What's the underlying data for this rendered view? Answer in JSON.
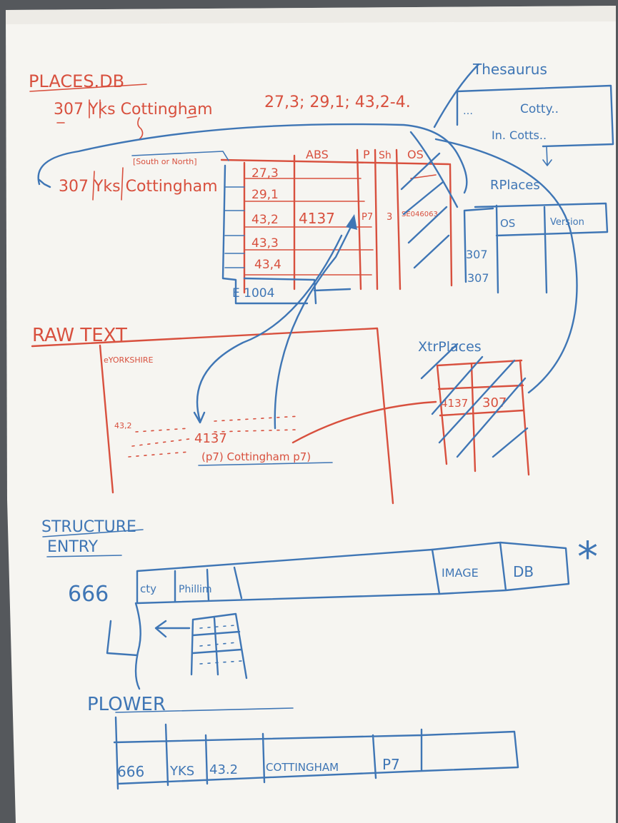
{
  "colors": {
    "paper": "#f6f5f1",
    "red_ink": "#d8503e",
    "blue_ink": "#3f76b5",
    "background": "#55585c"
  },
  "places_db": {
    "title": "PLACES.DB",
    "sample_record": "307 Yks Cottingham",
    "entries": "27,3; 29,1; 43,2-4.",
    "row_label": "307 Yks Cottingham",
    "note": "[South or North]",
    "col_abs": "ABS",
    "col_p": "P",
    "col_sh": "Sh",
    "col_os": "OS",
    "rows": [
      "27,3",
      "29,1",
      "43,2",
      "43,3",
      "43,4"
    ],
    "row_abs_value": "4137",
    "row_p_value": "P7",
    "row_sh_value": "3",
    "row_os_value": "SE046063",
    "footer_code": "E 1004"
  },
  "thesaurus": {
    "title": "Thesaurus",
    "line1": "Cotty..",
    "line2": "In. Cotts.."
  },
  "rplaces": {
    "title": "RPlaces",
    "col_os": "OS",
    "col_version": "Version",
    "rows": [
      "307",
      "307"
    ]
  },
  "raw_text": {
    "title": "RAW TEXT",
    "county": "eYORKSHIRE",
    "entry_ref": "43,2",
    "code": "4137",
    "cite": "(p7) Cottingham p7)"
  },
  "xtr_places": {
    "title": "XtrPlaces",
    "cell1": "4137",
    "cell2": "307"
  },
  "structure_entry": {
    "title_line1": "STRUCTURE",
    "title_line2": "ENTRY",
    "id": "666",
    "field1": "cty",
    "field2": "Phillim",
    "image": "IMAGE",
    "field3": "DB",
    "asterisk": "*"
  },
  "plower": {
    "title": "PLOWER",
    "cells": [
      "666",
      "YKS",
      "43.2",
      "COTTINGHAM",
      "P7",
      ""
    ]
  }
}
